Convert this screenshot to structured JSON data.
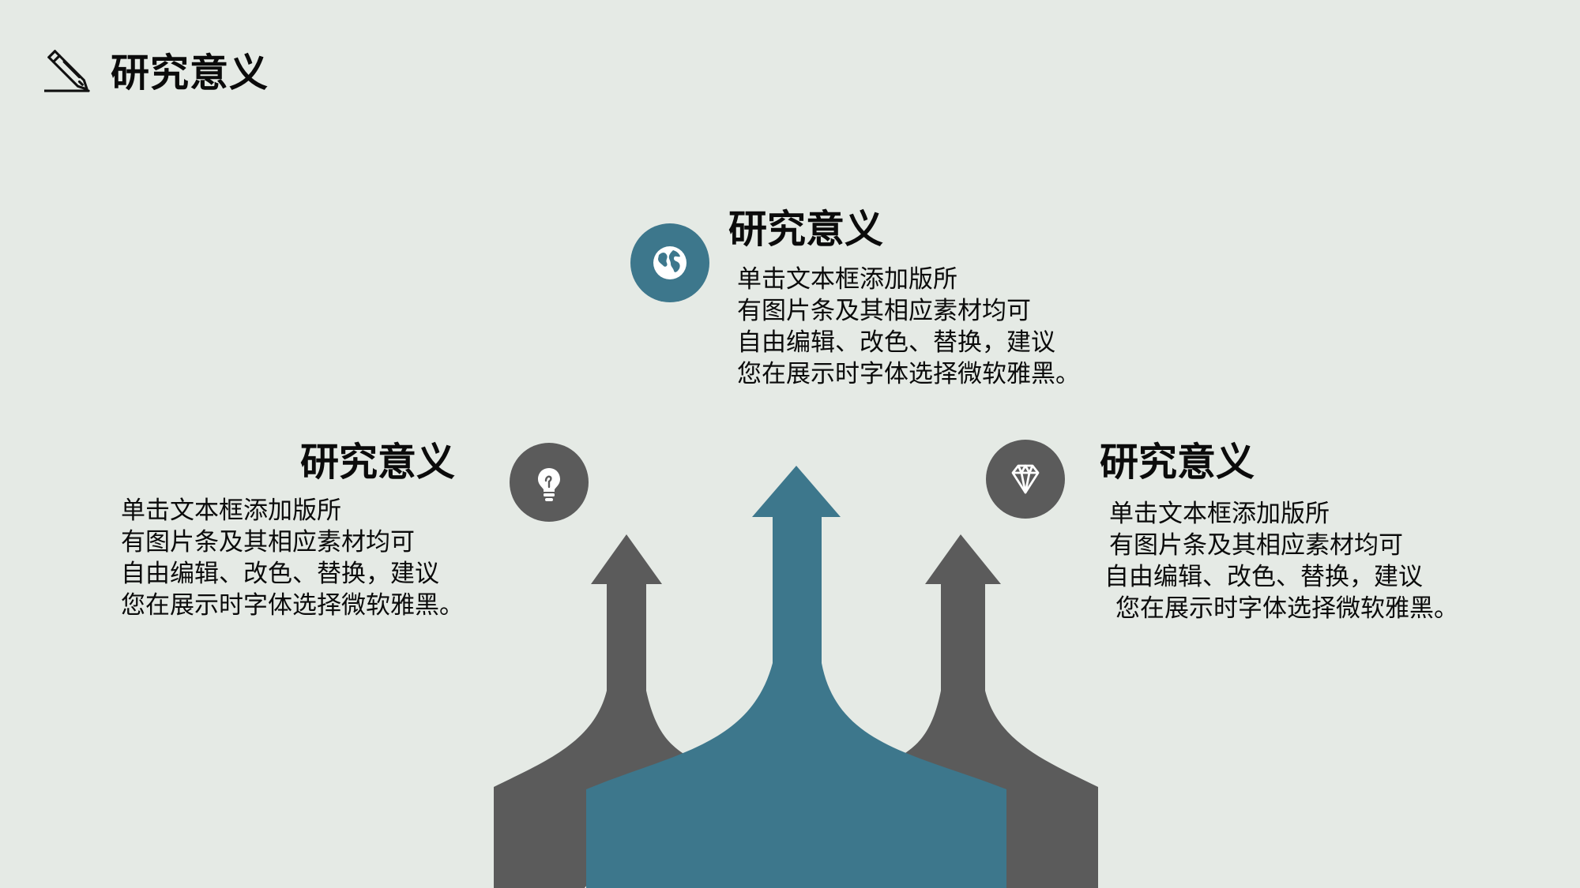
{
  "page_title": "研究意义",
  "colors": {
    "background": "#e5eae5",
    "teal": "#3d778c",
    "gray": "#5b5b5b",
    "text": "#0b0b0b"
  },
  "items": [
    {
      "position": "center",
      "icon": "globe-icon",
      "title": "研究意义",
      "body": [
        "单击文本框添加版所",
        "有图片条及其相应素材均可",
        "自由编辑、改色、替换，建议",
        "您在展示时字体选择微软雅黑。"
      ]
    },
    {
      "position": "left",
      "icon": "lightbulb-icon",
      "title": "研究意义",
      "body": [
        "单击文本框添加版所",
        "有图片条及其相应素材均可",
        "自由编辑、改色、替换，建议",
        "您在展示时字体选择微软雅黑。"
      ]
    },
    {
      "position": "right",
      "icon": "diamond-icon",
      "title": "研究意义",
      "body": [
        "单击文本框添加版所",
        "有图片条及其相应素材均可",
        "自由编辑、改色、替换，建议",
        "您在展示时字体选择微软雅黑。"
      ]
    }
  ]
}
